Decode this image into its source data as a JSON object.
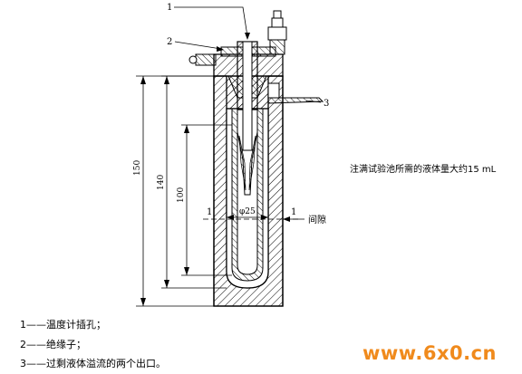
{
  "callouts": {
    "c1": "1",
    "c2": "2",
    "c3": "3",
    "sec_left": "1",
    "sec_right": "1",
    "gap": "间隙"
  },
  "dimensions": {
    "d150": "150",
    "d140": "140",
    "d100": "100",
    "dia": "φ25"
  },
  "note": "注满试验池所需的液体量大约15 mL",
  "legend": [
    {
      "num": "1",
      "sep": "——",
      "text": "温度计插孔；"
    },
    {
      "num": "2",
      "sep": "——",
      "text": "绝缘子；"
    },
    {
      "num": "3",
      "sep": "——",
      "text": "过剩液体溢流的两个出口。"
    }
  ],
  "watermark": "www.6x0.cn",
  "colors": {
    "watermark": "#f08a1c",
    "line": "#000000"
  }
}
